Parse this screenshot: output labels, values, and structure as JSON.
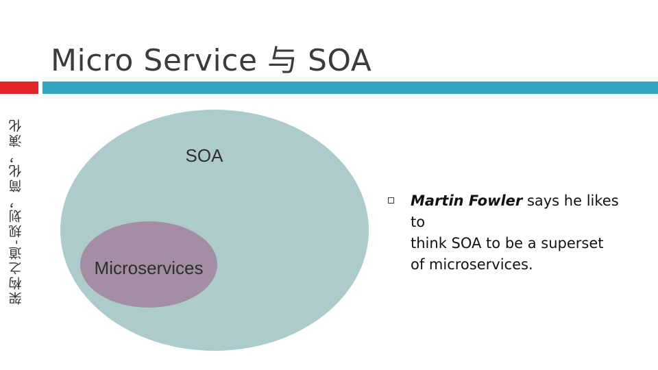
{
  "slide": {
    "title": "Micro Service 与 SOA",
    "side_caption": "架构之道-规划，简化，演化"
  },
  "diagram": {
    "outer_label": "SOA",
    "inner_label": "Microservices",
    "colors": {
      "outer": "#aecbcb",
      "inner": "#a48ea3"
    }
  },
  "bullet": {
    "name": "Martin Fowler",
    "rest_line1": " says he likes to",
    "line2": "think SOA to be a superset",
    "line3": "of microservices."
  },
  "colors": {
    "accent_red": "#e2262b",
    "accent_teal": "#34a3be"
  }
}
